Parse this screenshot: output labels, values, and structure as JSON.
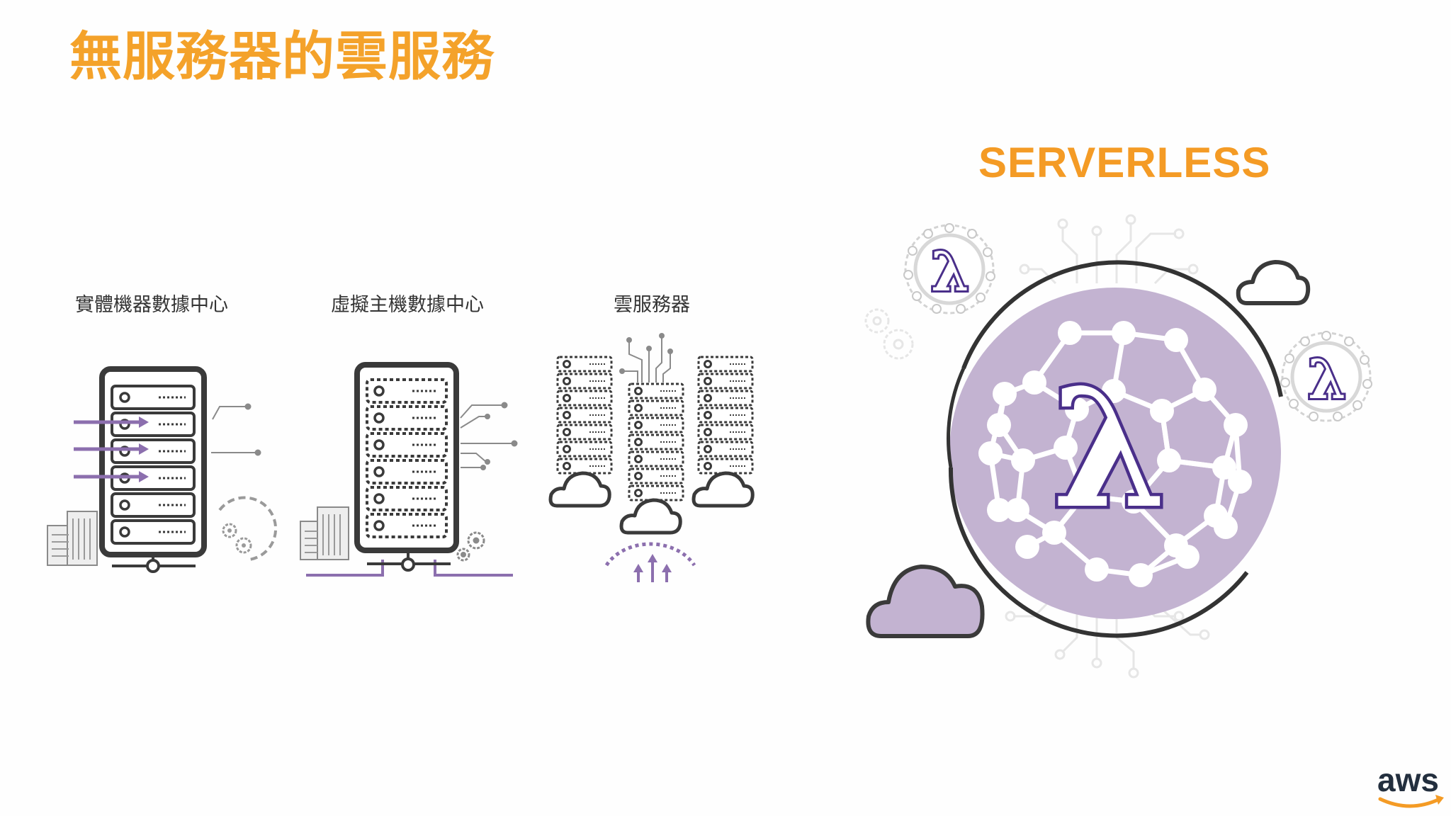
{
  "slide": {
    "title": "無服務器的雲服務",
    "serverless_heading": "SERVERLESS",
    "columns": [
      {
        "label": "實體機器數據中心"
      },
      {
        "label": "虛擬主機數據中心"
      },
      {
        "label": "雲服務器"
      }
    ],
    "lambda_symbol": "λ",
    "brand": "aws"
  },
  "colors": {
    "title": "#f4a22a",
    "purple": "#8c6fae",
    "lavender": "#c3b3d1",
    "dark": "#3a3a3a",
    "lambda": "#4a2f8a"
  },
  "icons": [
    "building-icon",
    "server-rack-icon",
    "arrow-icon",
    "gear-icon",
    "circuit-icon",
    "cloud-icon",
    "upload-arrows-icon",
    "lambda-icon",
    "buckyball-icon"
  ]
}
